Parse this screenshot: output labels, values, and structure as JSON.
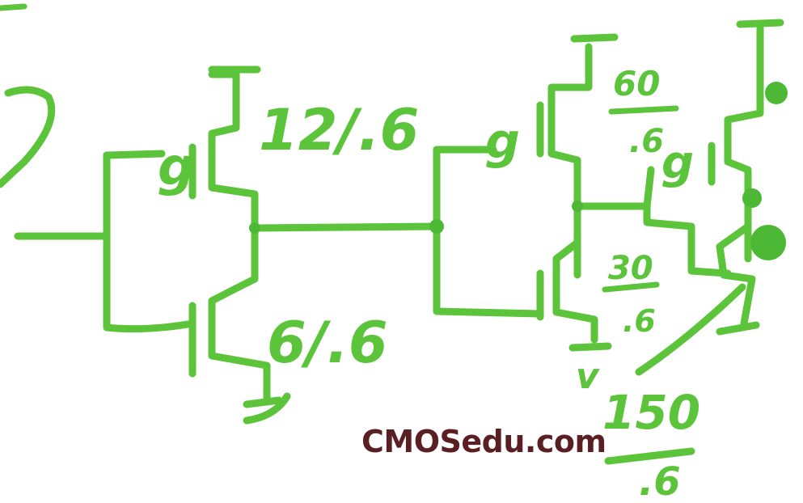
{
  "labels": {
    "inv1_pmos_size": "12/.6",
    "inv1_nmos_size": "6/.6",
    "inv2_pmos_size_num": "60",
    "inv2_pmos_size_den": ".6",
    "inv2_nmos_size_num": "30",
    "inv2_nmos_size_den": ".6",
    "inv3_nmos_size_num": "150",
    "inv3_nmos_size_den": ".6",
    "gate_terminal": "g",
    "ground_mark": "v"
  },
  "watermark": "CMOSedu.com",
  "colors": {
    "ink": "#5cc43b",
    "watermark": "#5a1f23",
    "background": "#ffffff"
  }
}
